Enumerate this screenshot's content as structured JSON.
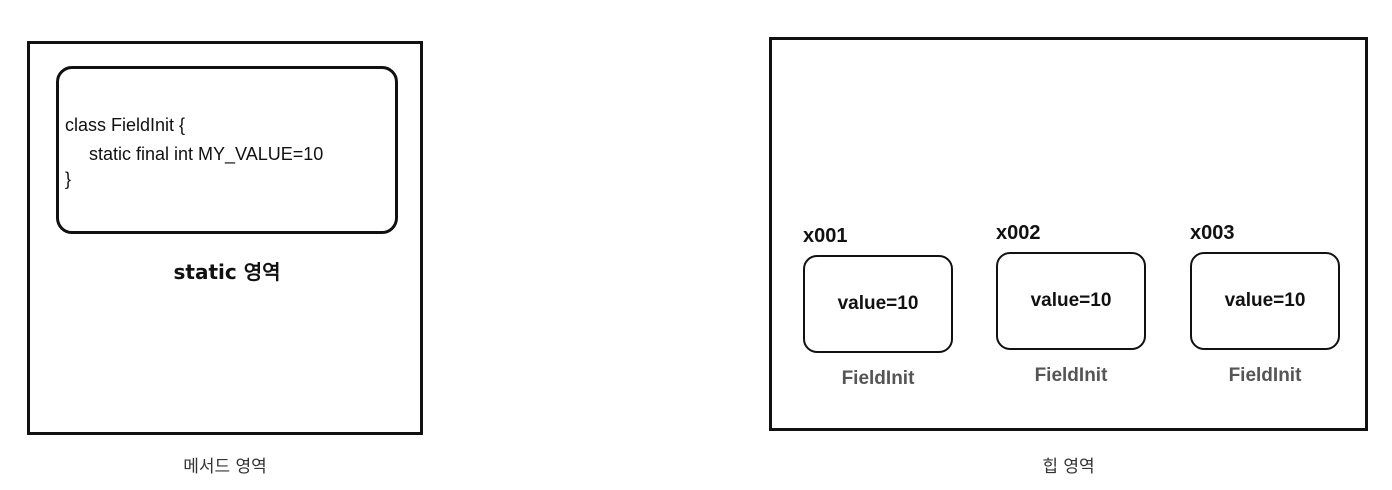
{
  "method_area": {
    "caption": "메서드 영역",
    "static_area": {
      "code_lines": [
        "class FieldInit {",
        "static final int MY_VALUE=10",
        "}"
      ],
      "caption": "static 영역"
    }
  },
  "heap_area": {
    "caption": "힙 영역",
    "instances": [
      {
        "address": "x001",
        "value": "value=10",
        "class_name": "FieldInit"
      },
      {
        "address": "x002",
        "value": "value=10",
        "class_name": "FieldInit"
      },
      {
        "address": "x003",
        "value": "value=10",
        "class_name": "FieldInit"
      }
    ]
  }
}
